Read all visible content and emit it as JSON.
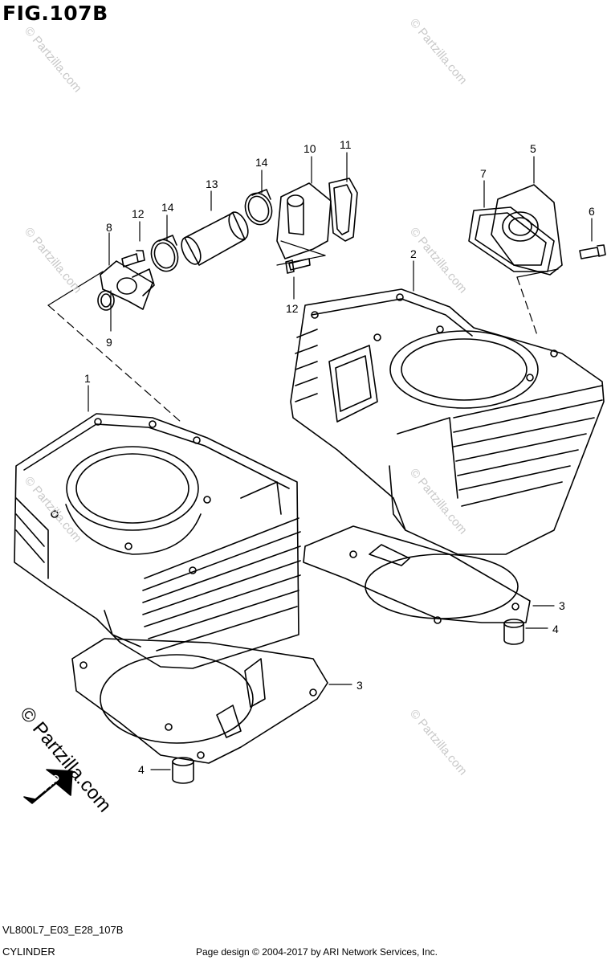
{
  "figure_title": "FIG.107B",
  "callouts": [
    "1",
    "2",
    "3",
    "3",
    "4",
    "4",
    "5",
    "6",
    "7",
    "8",
    "9",
    "10",
    "11",
    "12",
    "12",
    "13",
    "14",
    "14"
  ],
  "footer": {
    "diagram_code": "VL800L7_E03_E28_107B",
    "assembly_name": "CYLINDER",
    "copyright": "Page design © 2004-2017 by ARI Network Services, Inc."
  },
  "watermark": "© Partzilla.com",
  "brand": "© Partzilla.com",
  "direction_label": "FWD"
}
